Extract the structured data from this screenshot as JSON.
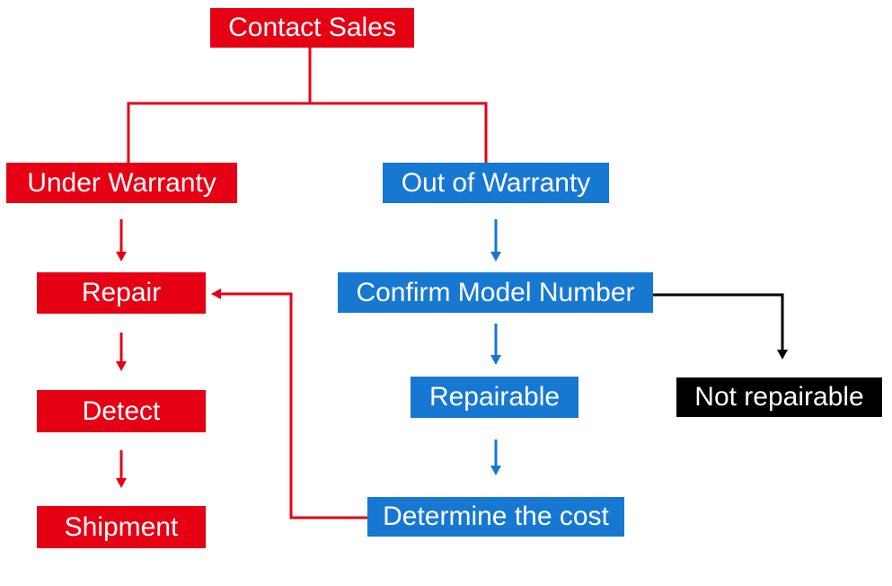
{
  "diagram": {
    "type": "flowchart",
    "background": "#ffffff",
    "colors": {
      "red": "#e60014",
      "blue": "#1778d2",
      "black": "#000000",
      "text": "#ffffff"
    },
    "nodes": {
      "contact_sales": {
        "label": "Contact Sales",
        "color": "red"
      },
      "under_warranty": {
        "label": "Under Warranty",
        "color": "red"
      },
      "out_of_warranty": {
        "label": "Out of Warranty",
        "color": "blue"
      },
      "repair": {
        "label": "Repair",
        "color": "red"
      },
      "confirm_model_number": {
        "label": "Confirm Model Number",
        "color": "blue"
      },
      "repairable": {
        "label": "Repairable",
        "color": "blue"
      },
      "not_repairable": {
        "label": "Not repairable",
        "color": "black"
      },
      "detect": {
        "label": "Detect",
        "color": "red"
      },
      "shipment": {
        "label": "Shipment",
        "color": "red"
      },
      "determine_the_cost": {
        "label": "Determine the cost",
        "color": "blue"
      }
    },
    "edges": [
      {
        "from": "contact_sales",
        "to": "under_warranty",
        "color": "red",
        "arrowhead": false
      },
      {
        "from": "contact_sales",
        "to": "out_of_warranty",
        "color": "red",
        "arrowhead": false
      },
      {
        "from": "under_warranty",
        "to": "repair",
        "color": "red",
        "arrowhead": true
      },
      {
        "from": "repair",
        "to": "detect",
        "color": "red",
        "arrowhead": true
      },
      {
        "from": "detect",
        "to": "shipment",
        "color": "red",
        "arrowhead": true
      },
      {
        "from": "out_of_warranty",
        "to": "confirm_model_number",
        "color": "blue",
        "arrowhead": true
      },
      {
        "from": "confirm_model_number",
        "to": "repairable",
        "color": "blue",
        "arrowhead": true
      },
      {
        "from": "confirm_model_number",
        "to": "not_repairable",
        "color": "black",
        "arrowhead": true
      },
      {
        "from": "repairable",
        "to": "determine_the_cost",
        "color": "blue",
        "arrowhead": true
      },
      {
        "from": "determine_the_cost",
        "to": "repair",
        "color": "red",
        "arrowhead": true
      }
    ]
  }
}
